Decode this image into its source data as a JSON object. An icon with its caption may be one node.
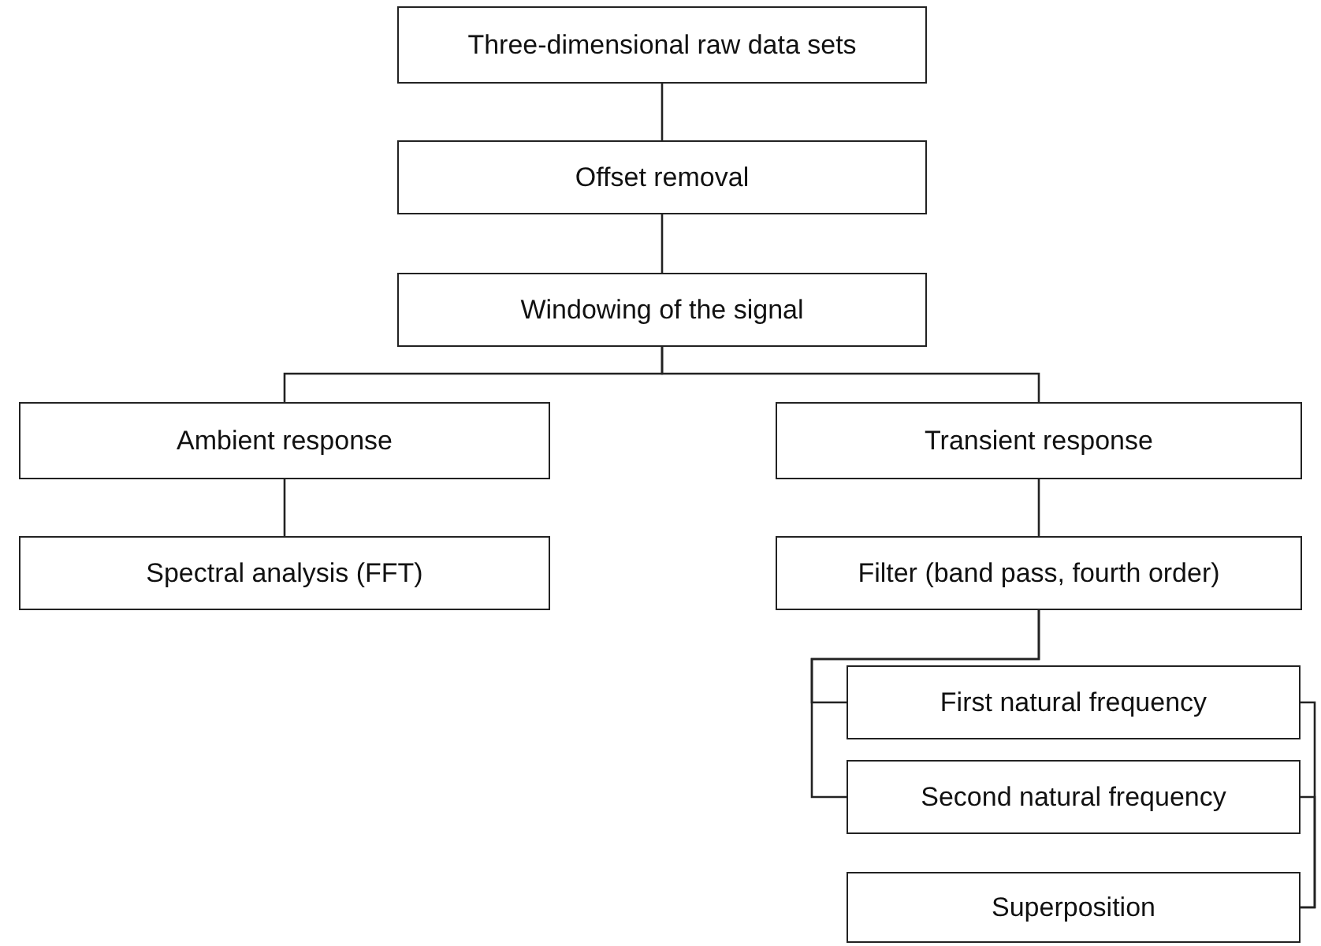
{
  "diagram": {
    "nodes": [
      {
        "text": [
          "Three-dimensional raw data sets"
        ]
      },
      {
        "text": [
          "Offset removal"
        ]
      },
      {
        "text": [
          "Windowing of the signal"
        ]
      },
      {
        "text": [
          "Ambient response"
        ]
      },
      {
        "text": [
          "Spectral analysis (FFT)"
        ]
      },
      {
        "text": [
          "Transient response"
        ]
      },
      {
        "text": [
          "Filter (band pass, fourth order)"
        ]
      },
      {
        "text": [
          "First natural frequency"
        ]
      },
      {
        "text": [
          "Second natural frequency"
        ]
      },
      {
        "text": [
          "Superposition"
        ]
      }
    ],
    "edges": [
      {
        "from": 0,
        "to": 1,
        "arrow": "none"
      },
      {
        "from": 1,
        "to": 2,
        "arrow": "none"
      },
      {
        "from": 2,
        "to": 3,
        "arrow": "none"
      },
      {
        "from": 2,
        "to": 5,
        "arrow": "none"
      },
      {
        "from": 3,
        "to": 4,
        "arrow": "none"
      },
      {
        "from": 5,
        "to": 6,
        "arrow": "none"
      },
      {
        "from": 6,
        "to": 7,
        "arrow": "none"
      },
      {
        "from": 6,
        "to": 8,
        "arrow": "none"
      },
      {
        "from": 7,
        "to": 9,
        "arrow": "none"
      },
      {
        "from": 8,
        "to": 9,
        "arrow": "none"
      }
    ]
  }
}
